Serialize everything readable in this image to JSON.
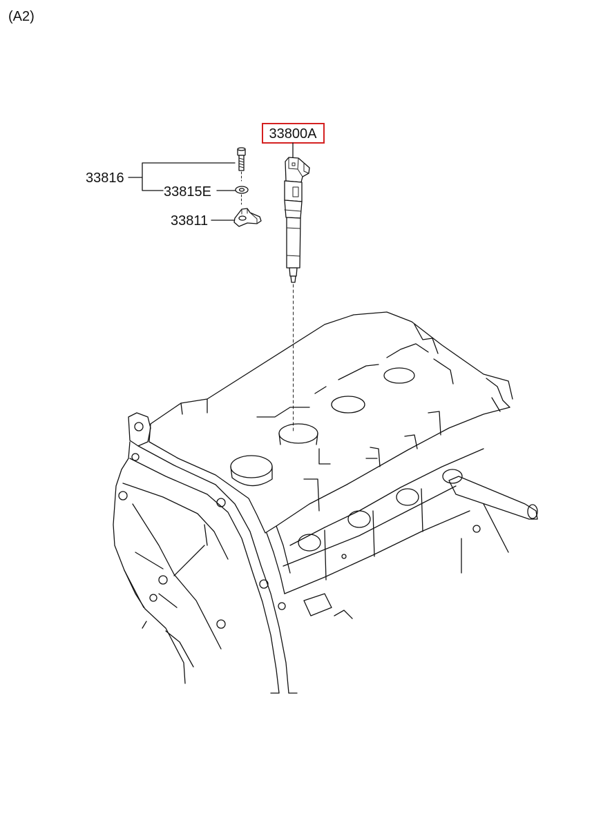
{
  "view_label": "(A2)",
  "callouts": {
    "injector": "33800A",
    "bolt_assembly": "33816",
    "washer": "33815E",
    "clamp": "33811"
  },
  "colors": {
    "highlight_box": "#d42020",
    "linework": "#111111",
    "background": "#ffffff"
  }
}
